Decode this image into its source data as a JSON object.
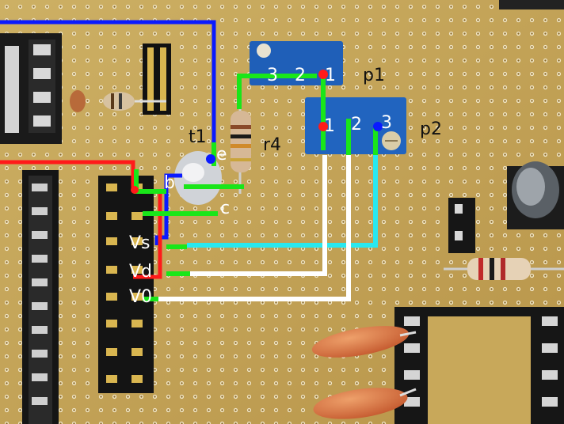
{
  "labels": {
    "p1": "p1",
    "p2": "p2",
    "r4": "r4",
    "t1": "t1",
    "e": "e",
    "b": "b",
    "c": "c",
    "vs": "Vs",
    "vd": "Vd",
    "v0": "V0",
    "p1_pin3": "3",
    "p1_pin2": "2",
    "p1_pin1": "1",
    "p2_pin1": "1",
    "p2_pin2": "2",
    "p2_pin3": "3"
  },
  "colors": {
    "board": "#c8a85a",
    "hole": "#f3ead2",
    "wire_blue": "#0a1aff",
    "wire_red": "#ff1a1a",
    "wire_green": "#19e619",
    "wire_cyan": "#28e8f0",
    "wire_white": "#ffffff",
    "trimmer_body": "#1f5fb8",
    "capacitor": "#d6683a"
  }
}
